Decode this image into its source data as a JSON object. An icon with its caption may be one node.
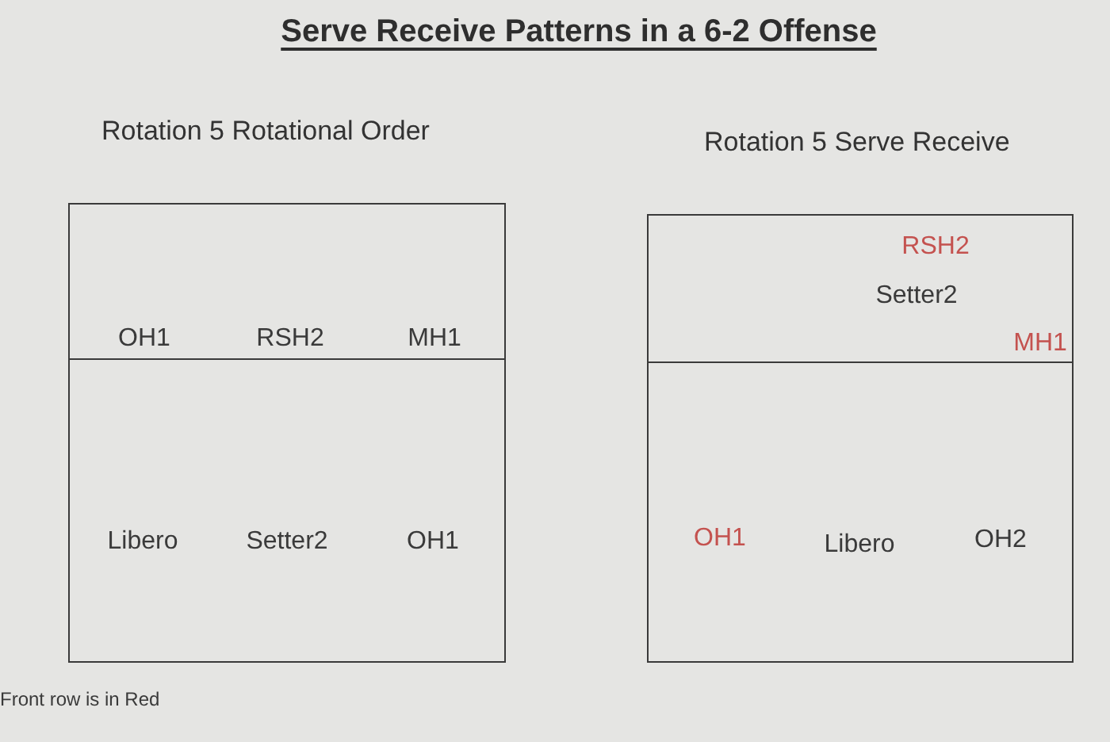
{
  "diagram": {
    "title": "Serve Receive Patterns in a 6-2 Offense",
    "nodes": [
      {
        "text": [
          "Rotation 5 Rotational Order"
        ]
      },
      {
        "text": [
          "OH1",
          "RSH2",
          "MH1"
        ],
        "in": 0
      },
      {
        "text": [
          "Libero",
          "Setter2",
          "OH1"
        ],
        "in": 0
      },
      {
        "text": [
          "Rotation 5 Serve Receive"
        ]
      },
      {
        "text": [
          "RSH2",
          "Setter2",
          "MH1"
        ],
        "in": 3
      },
      {
        "text": [
          "OH1",
          "Libero",
          "OH2"
        ],
        "in": 3
      }
    ],
    "labels": [
      "Front row is in Red"
    ]
  }
}
